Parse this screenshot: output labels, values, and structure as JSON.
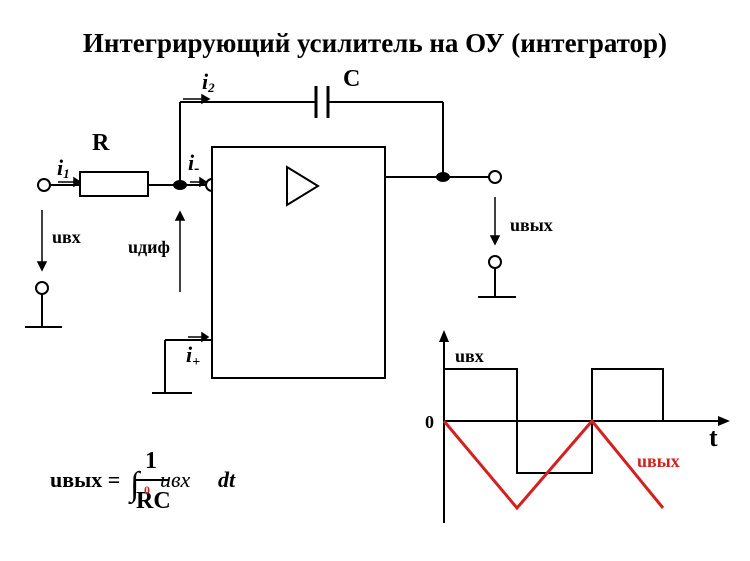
{
  "title": "Интегрирующий усилитель на ОУ (интегратор)",
  "components": {
    "resistor": "R",
    "capacitor": "C"
  },
  "currents": {
    "i1": "i",
    "i1_sub": "1",
    "i2": "i",
    "i2_sub": "2",
    "i_minus": "i",
    "i_minus_sub": "-",
    "i_plus": "i",
    "i_plus_sub": "+"
  },
  "voltages": {
    "u_in": "uвх",
    "u_out": "uвых",
    "u_diff": "uдиф"
  },
  "formula": {
    "lhs": "uвых =",
    "numerator": "1",
    "denominator": "RC",
    "integrand": "uвх",
    "differential": "dt",
    "small_zero": "0"
  },
  "graph": {
    "u_in_label": "uвх",
    "zero_label": "0",
    "t_label": "t",
    "u_out_label": "uвых",
    "colors": {
      "input": "#000000",
      "output": "#d42020"
    }
  }
}
